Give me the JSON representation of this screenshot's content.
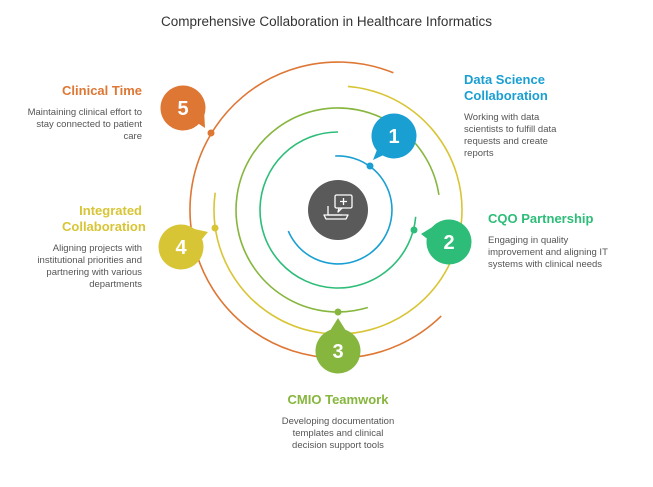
{
  "title": "Comprehensive Collaboration in Healthcare Informatics",
  "center_icon": "laptop-medical-chat-icon",
  "steps": [
    {
      "number": "1",
      "title": "Data Science Collaboration",
      "description": "Working with data scientists to fulfill data requests and create reports",
      "color": "#1a9fd2"
    },
    {
      "number": "2",
      "title": "CQO Partnership",
      "description": "Engaging in quality improvement and aligning IT systems with clinical needs",
      "color": "#2dbd78"
    },
    {
      "number": "3",
      "title": "CMIO Teamwork",
      "description": "Developing documentation templates and clinical decision support tools",
      "color": "#86b63e"
    },
    {
      "number": "4",
      "title": "Integrated Collaboration",
      "description": "Aligning projects with institutional priorities and partnering with various departments",
      "color": "#d8c536"
    },
    {
      "number": "5",
      "title": "Clinical Time",
      "description": "Maintaining clinical effort to stay connected to patient care",
      "color": "#de7634"
    }
  ]
}
